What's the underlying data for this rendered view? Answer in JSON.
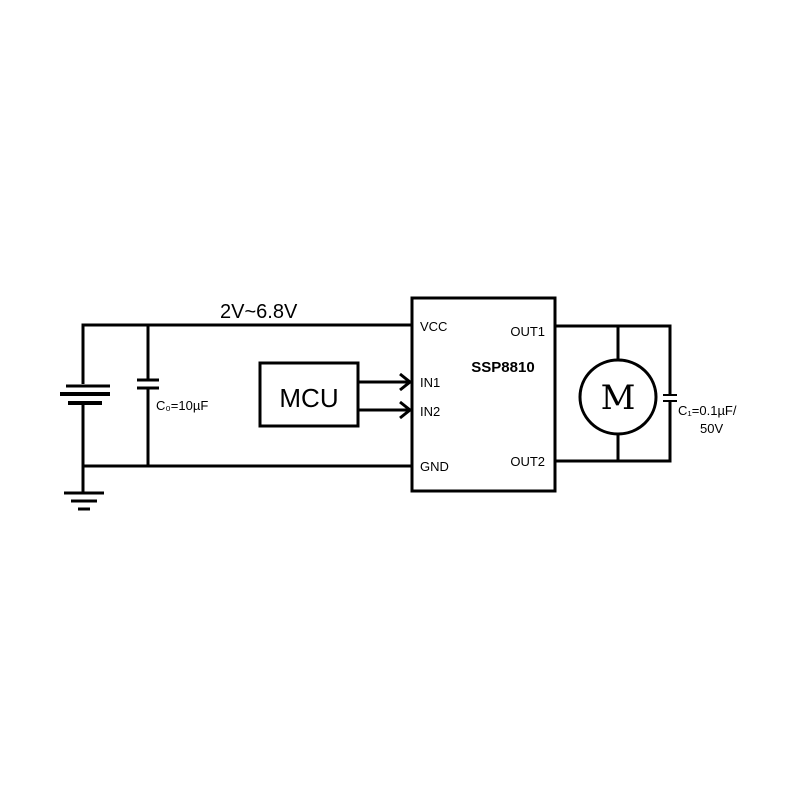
{
  "supply_label": "2V~6.8V",
  "c0_label": "C₀=10µF",
  "mcu_label": "MCU",
  "ic": {
    "name": "SSP8810",
    "pins": {
      "vcc": "VCC",
      "in1": "IN1",
      "in2": "IN2",
      "gnd": "GND",
      "out1": "OUT1",
      "out2": "OUT2"
    }
  },
  "motor_label": "M",
  "c1_label_line1": "C₁=0.1µF/",
  "c1_label_line2": "50V"
}
